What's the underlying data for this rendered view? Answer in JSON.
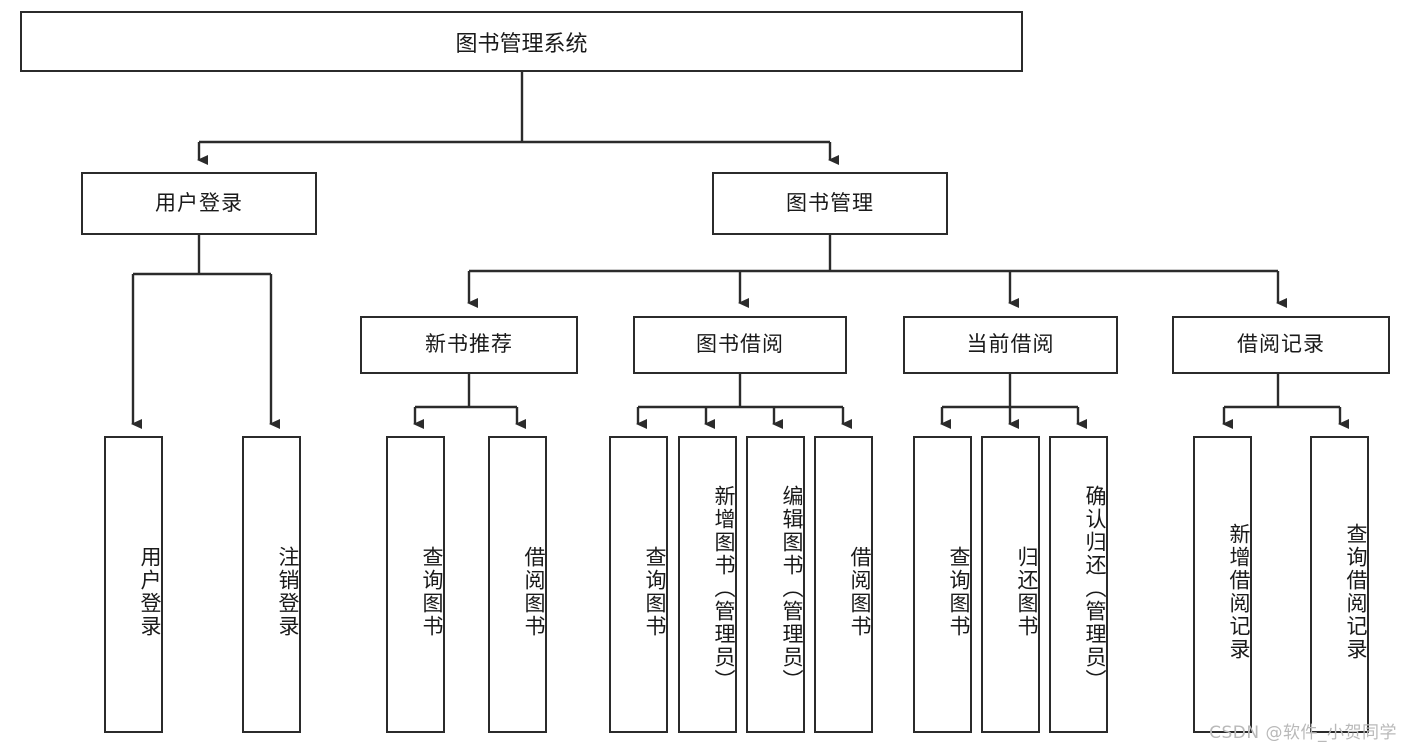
{
  "diagram": {
    "title": "图书管理系统",
    "type": "tree-hierarchy-chart",
    "root": {
      "label": "图书管理系统"
    },
    "level1": [
      {
        "label": "用户登录"
      },
      {
        "label": "图书管理"
      }
    ],
    "level2": [
      {
        "label": "新书推荐"
      },
      {
        "label": "图书借阅"
      },
      {
        "label": "当前借阅"
      },
      {
        "label": "借阅记录"
      }
    ],
    "leaves": {
      "user_login": [
        {
          "label": "用户登录"
        },
        {
          "label": "注销登录"
        }
      ],
      "new_book_recommend": [
        {
          "label": "查询图书"
        },
        {
          "label": "借阅图书"
        }
      ],
      "book_borrow": [
        {
          "label": "查询图书"
        },
        {
          "label": "新增图书（管理员）"
        },
        {
          "label": "编辑图书（管理员）"
        },
        {
          "label": "借阅图书"
        }
      ],
      "current_borrow": [
        {
          "label": "查询图书"
        },
        {
          "label": "归还图书"
        },
        {
          "label": "确认归还（管理员）"
        }
      ],
      "borrow_record": [
        {
          "label": "新增借阅记录"
        },
        {
          "label": "查询借阅记录"
        }
      ]
    }
  },
  "watermark": {
    "text": "CSDN @软件_小贺同学"
  },
  "colors": {
    "stroke": "#2b2b2b",
    "box_fill": "#ffffff",
    "text": "#1a1a1a",
    "watermark": "#b9b9b9",
    "background": "#ffffff"
  }
}
